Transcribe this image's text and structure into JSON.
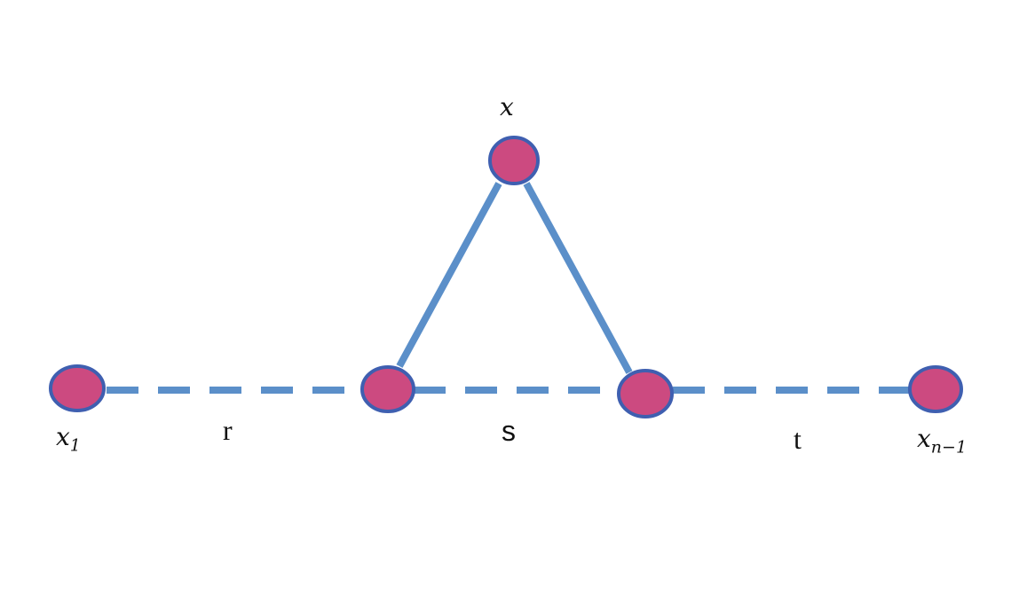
{
  "colors": {
    "edge": "#5b8fc9",
    "node_fill": "#cc4a80",
    "node_stroke": "#3f5fb0",
    "text": "#111111",
    "background": "#ffffff"
  },
  "labels": {
    "x": "x",
    "x1_base": "x",
    "x1_sub": "1",
    "xn_base": "x",
    "xn_sub": "n−1",
    "r": "r",
    "s": "s",
    "t": "t"
  }
}
